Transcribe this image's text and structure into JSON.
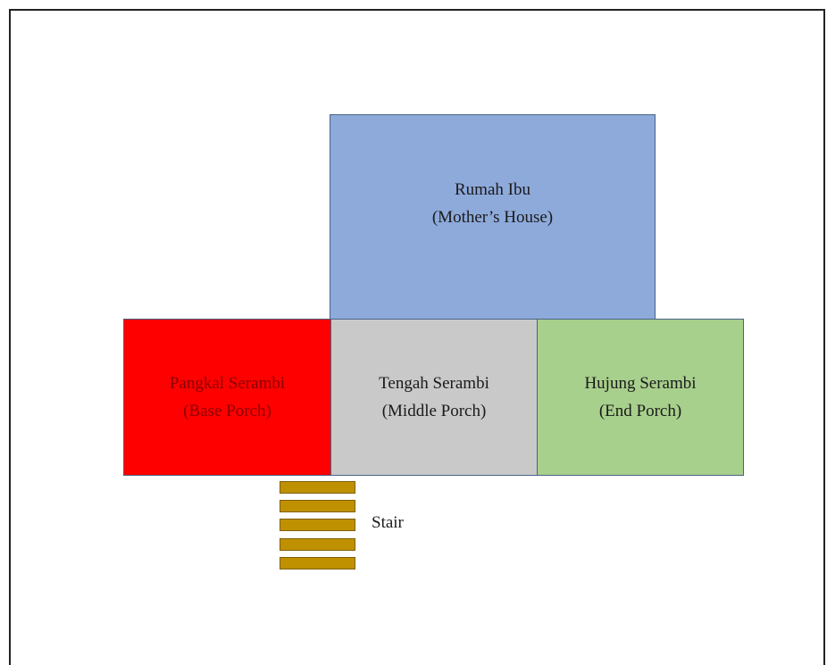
{
  "rooms": {
    "mother_house": {
      "name": "Rumah Ibu",
      "translation": "(Mother’s House)",
      "color": "#8eaadb"
    },
    "base_porch": {
      "name": "Pangkal Serambi",
      "translation": "(Base Porch)",
      "color": "#ff0000"
    },
    "middle_porch": {
      "name": "Tengah Serambi",
      "translation": "(Middle Porch)",
      "color": "#c9c9c9"
    },
    "end_porch": {
      "name": "Hujung Serambi",
      "translation": "(End Porch)",
      "color": "#a8d08d"
    }
  },
  "stair": {
    "label": "Stair",
    "step_count": 5,
    "color": "#bf9000"
  }
}
